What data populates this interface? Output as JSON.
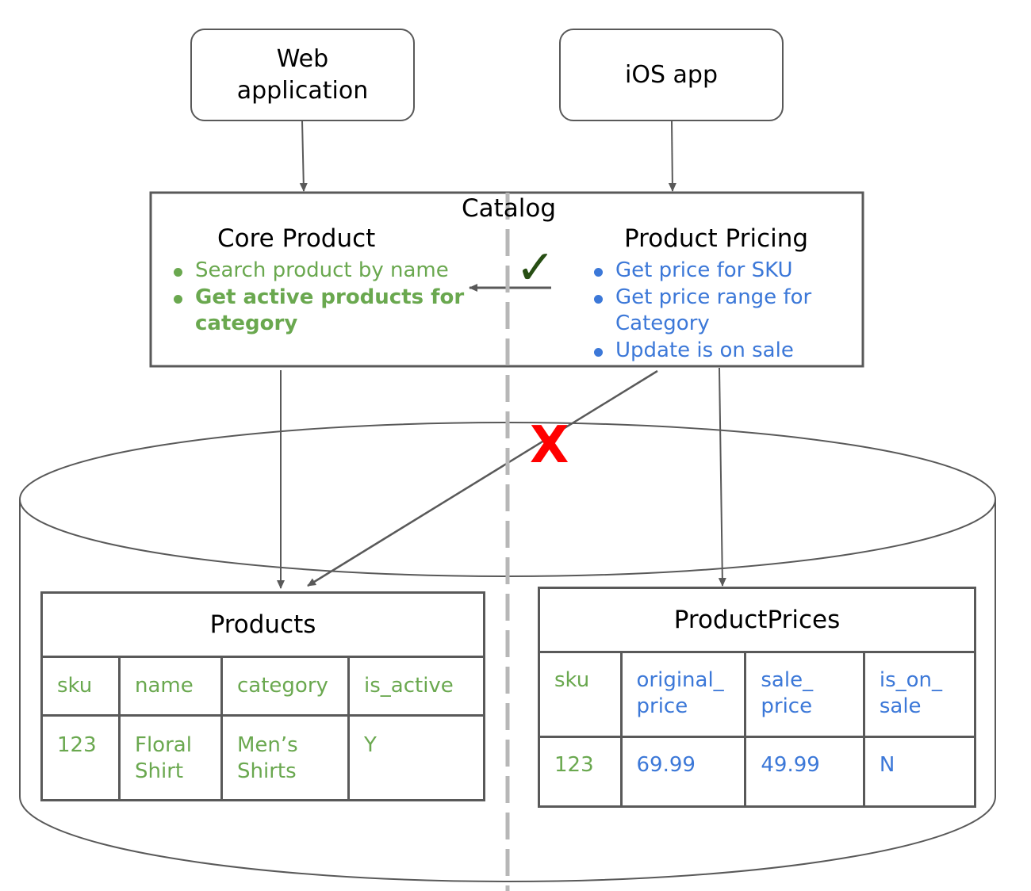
{
  "clients": [
    {
      "label_line1": "Web",
      "label_line2": "application"
    },
    {
      "label": "iOS app"
    }
  ],
  "catalog": {
    "title": "Catalog",
    "core_product": {
      "title": "Core Product",
      "operations": [
        {
          "label": "Search product by name",
          "bold": false
        },
        {
          "label": "Get active products for",
          "label_cont": "category",
          "bold": true
        }
      ]
    },
    "product_pricing": {
      "title": "Product Pricing",
      "operations": [
        {
          "label": "Get price for SKU"
        },
        {
          "label": "Get price range for",
          "label_cont": "Category"
        },
        {
          "label": "Update is on sale"
        }
      ]
    }
  },
  "markers": {
    "allowed": "✓",
    "denied": "X"
  },
  "tables": {
    "products": {
      "title": "Products",
      "columns": [
        "sku",
        "name",
        "category",
        "is_active"
      ],
      "rows": [
        [
          "123",
          "Floral Shirt",
          "Men’s Shirts",
          "Y"
        ]
      ]
    },
    "product_prices": {
      "title": "ProductPrices",
      "columns": [
        "sku",
        "original_ price",
        "sale_ price",
        "is_on_ sale"
      ],
      "rows": [
        [
          "123",
          "69.99",
          "49.99",
          "N"
        ]
      ]
    }
  },
  "colors": {
    "core_product": "#6aa84f",
    "product_pricing": "#3c78d8",
    "denied": "#ff0000",
    "allowed": "#274e13",
    "line": "#595959",
    "boundary": "#b7b7b7"
  }
}
